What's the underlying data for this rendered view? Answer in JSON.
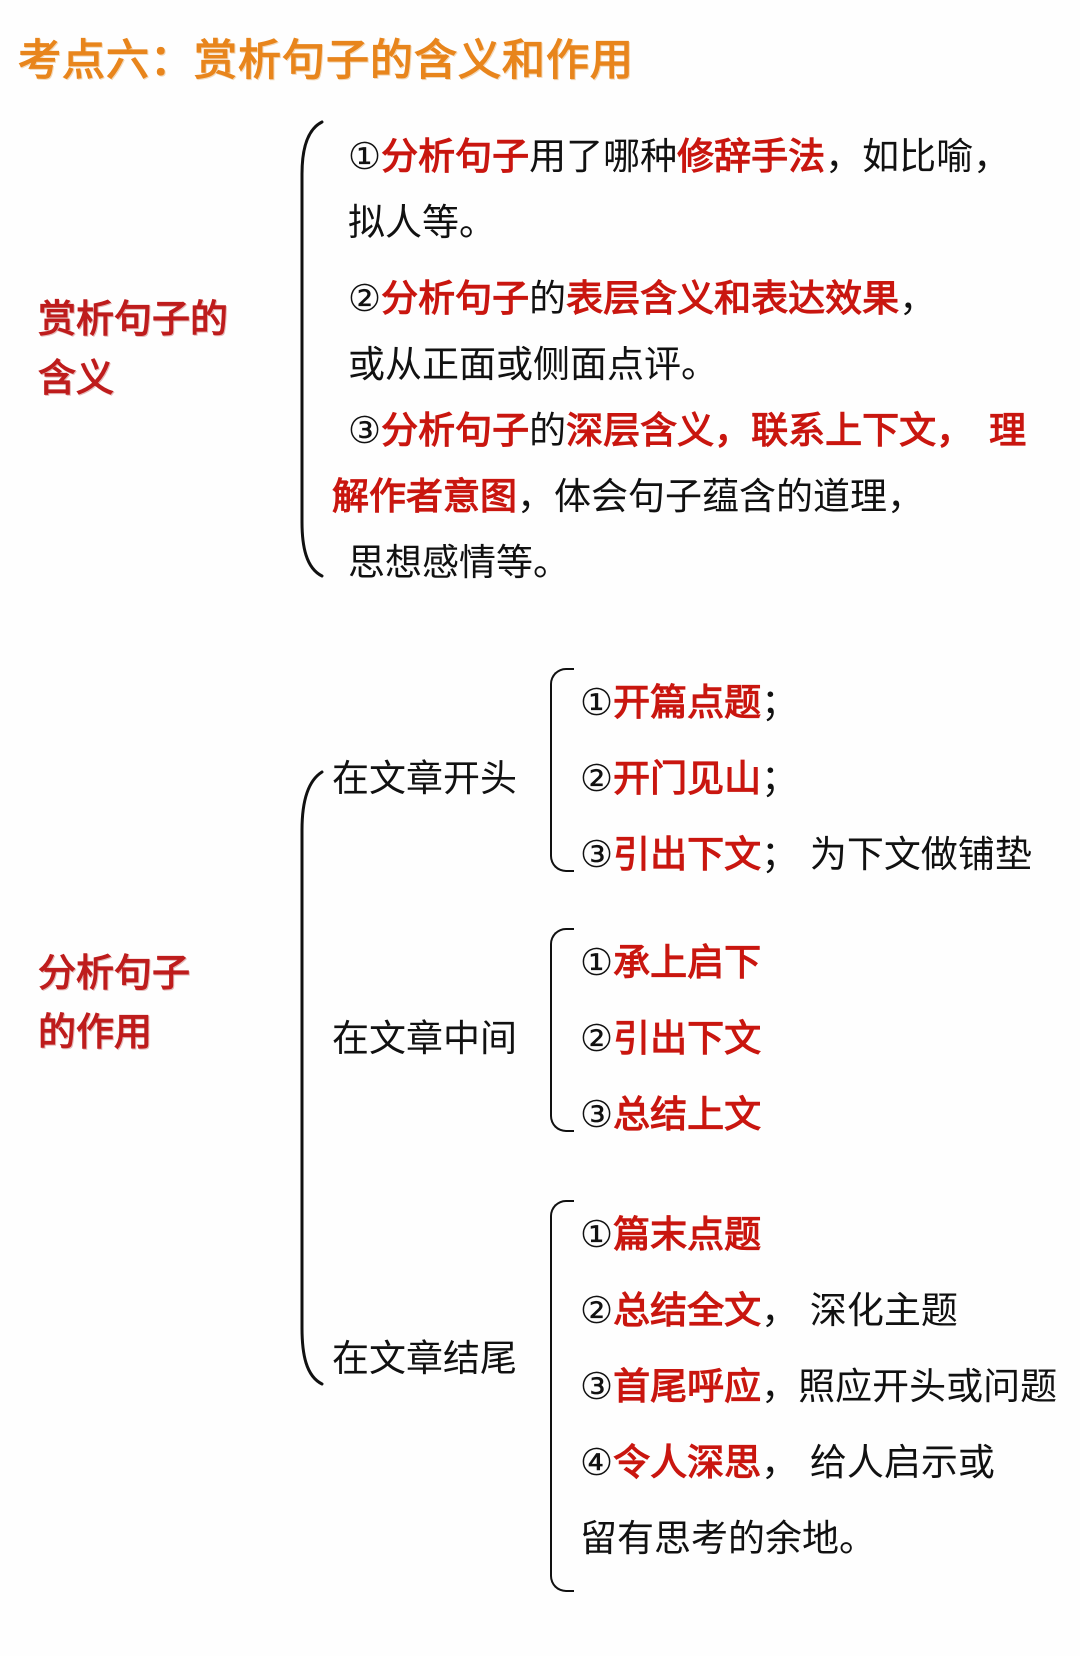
{
  "title": "考点六：赏析句子的含义和作用",
  "colors": {
    "title_orange": "#E8851C",
    "label_red": "#BE1C1C",
    "highlight_red": "#C9160F",
    "body_black": "#111111",
    "background": "#FFFFFF"
  },
  "sections": [
    {
      "label_line1": "赏析句子的",
      "label_line2": "含义",
      "items": [
        {
          "marker": "①",
          "lines": [
            [
              {
                "t": "分析句子",
                "c": "red"
              },
              {
                "t": "用了哪种",
                "c": "black"
              },
              {
                "t": "修辞手法",
                "c": "red"
              },
              {
                "t": "，如比喻，",
                "c": "black"
              }
            ],
            [
              {
                "t": "拟人等。",
                "c": "black"
              }
            ]
          ]
        },
        {
          "marker": "②",
          "lines": [
            [
              {
                "t": "分析句子",
                "c": "red"
              },
              {
                "t": "的",
                "c": "black"
              },
              {
                "t": "表层含义和表达效果",
                "c": "red"
              },
              {
                "t": "，",
                "c": "black"
              }
            ],
            [
              {
                "t": "或从正面或侧面点评。",
                "c": "black"
              }
            ]
          ]
        },
        {
          "marker": "③",
          "lines": [
            [
              {
                "t": "分析句子",
                "c": "red"
              },
              {
                "t": "的",
                "c": "black"
              },
              {
                "t": "深层含义，联系上下文，",
                "c": "red"
              },
              {
                "t": " ",
                "c": "black"
              },
              {
                "t": "理",
                "c": "red"
              }
            ],
            [
              {
                "t": "解作者意图",
                "c": "red"
              },
              {
                "t": "，体会句子蕴含的道理，",
                "c": "black"
              }
            ],
            [
              {
                "t": "思想感情等。",
                "c": "black"
              }
            ]
          ]
        }
      ]
    },
    {
      "label_line1": "分析句子",
      "label_line2": "的作用",
      "branches": [
        {
          "label": "在文章开头",
          "items": [
            {
              "marker": "①",
              "parts": [
                {
                  "t": "开篇点题",
                  "c": "red"
                },
                {
                  "t": "；",
                  "c": "black"
                }
              ]
            },
            {
              "marker": "②",
              "parts": [
                {
                  "t": "开门见山",
                  "c": "red"
                },
                {
                  "t": "；",
                  "c": "black"
                }
              ]
            },
            {
              "marker": "③",
              "parts": [
                {
                  "t": "引出下文",
                  "c": "red"
                },
                {
                  "t": "；",
                  "c": "black"
                },
                {
                  "t": "  为下文做铺垫",
                  "c": "black"
                }
              ]
            }
          ]
        },
        {
          "label": "在文章中间",
          "items": [
            {
              "marker": "①",
              "parts": [
                {
                  "t": "承上启下",
                  "c": "red"
                }
              ]
            },
            {
              "marker": "②",
              "parts": [
                {
                  "t": "引出下文",
                  "c": "red"
                }
              ]
            },
            {
              "marker": "③",
              "parts": [
                {
                  "t": "总结上文",
                  "c": "red"
                }
              ]
            }
          ]
        },
        {
          "label": "在文章结尾",
          "items": [
            {
              "marker": "①",
              "parts": [
                {
                  "t": "篇末点题",
                  "c": "red"
                }
              ]
            },
            {
              "marker": "②",
              "parts": [
                {
                  "t": "总结全文",
                  "c": "red"
                },
                {
                  "t": "，",
                  "c": "black"
                },
                {
                  "t": "  深化主题",
                  "c": "black"
                }
              ]
            },
            {
              "marker": "③",
              "parts": [
                {
                  "t": "首尾呼应",
                  "c": "red"
                },
                {
                  "t": "，照应开头或问题",
                  "c": "black"
                }
              ]
            },
            {
              "marker": "④",
              "parts": [
                {
                  "t": "令人深思",
                  "c": "red"
                },
                {
                  "t": "，",
                  "c": "black"
                },
                {
                  "t": "  给人启示或",
                  "c": "black"
                }
              ]
            },
            {
              "marker": "",
              "parts": [
                {
                  "t": "留有思考的余地。",
                  "c": "black"
                }
              ]
            }
          ]
        }
      ]
    }
  ]
}
